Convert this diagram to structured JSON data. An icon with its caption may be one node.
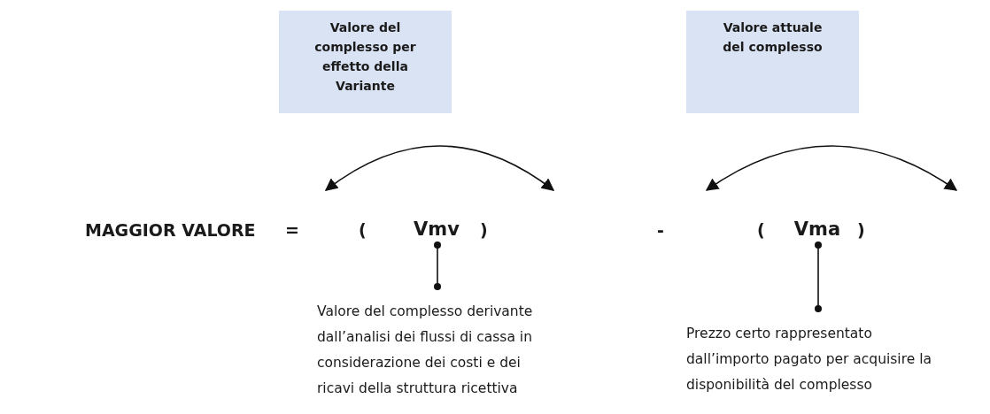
{
  "diagram": {
    "nodes": [
      {
        "text": [
          "Valore del complesso per effetto della Variante"
        ]
      },
      {
        "text": [
          "Valore attuale del complesso"
        ]
      },
      {
        "text": [
          "Vmv"
        ]
      },
      {
        "text": [
          "Vma"
        ]
      },
      {
        "text": [
          "Valore del complesso derivante dall’analisi dei flussi di cassa in considerazione dei costi e dei ricavi della struttura ricettiva"
        ]
      },
      {
        "text": [
          "Prezzo certo rappresentato dall’importo pagato per acquisire la disponibilità del complesso"
        ]
      }
    ],
    "edges": [
      {
        "from": 2,
        "to": 4,
        "arrow": "other"
      },
      {
        "from": 3,
        "to": 5,
        "arrow": "other"
      }
    ],
    "labels": [
      "MAGGIOR VALORE",
      "=",
      "(",
      ")",
      "-",
      "(",
      ")"
    ]
  }
}
